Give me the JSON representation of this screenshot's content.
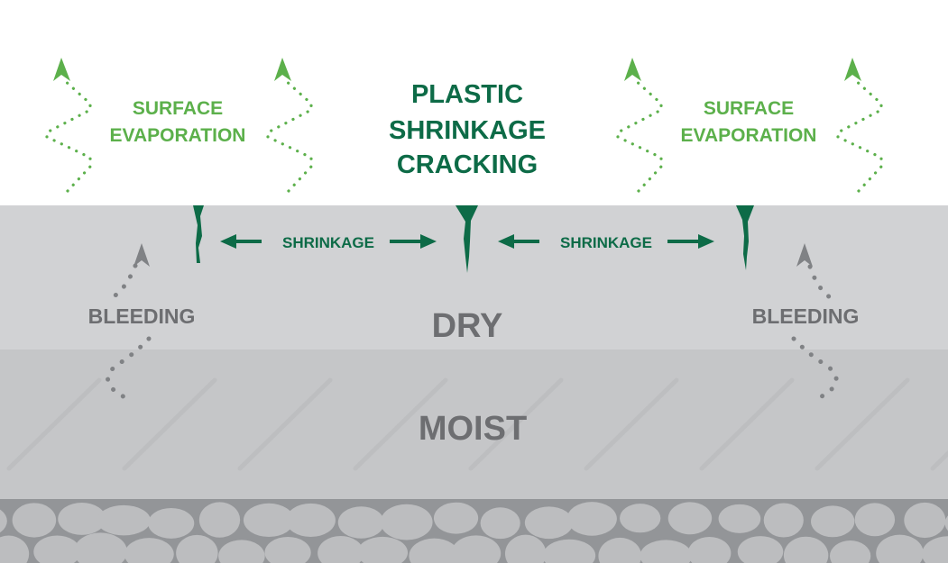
{
  "title": {
    "line1": "PLASTIC",
    "line2": "SHRINKAGE",
    "line3": "CRACKING"
  },
  "evaporation": {
    "line1": "SURFACE",
    "line2": "EVAPORATION"
  },
  "shrinkage_label": "SHRINKAGE",
  "bleeding_label": "BLEEDING",
  "layers": {
    "dry": "DRY",
    "moist": "MOIST"
  },
  "colors": {
    "dark_green": "#0d6b47",
    "light_green": "#5cb04b",
    "dry": "#d1d2d4",
    "moist": "#c5c6c8",
    "gravel": "#939598",
    "text_grey": "#6d6e71"
  }
}
